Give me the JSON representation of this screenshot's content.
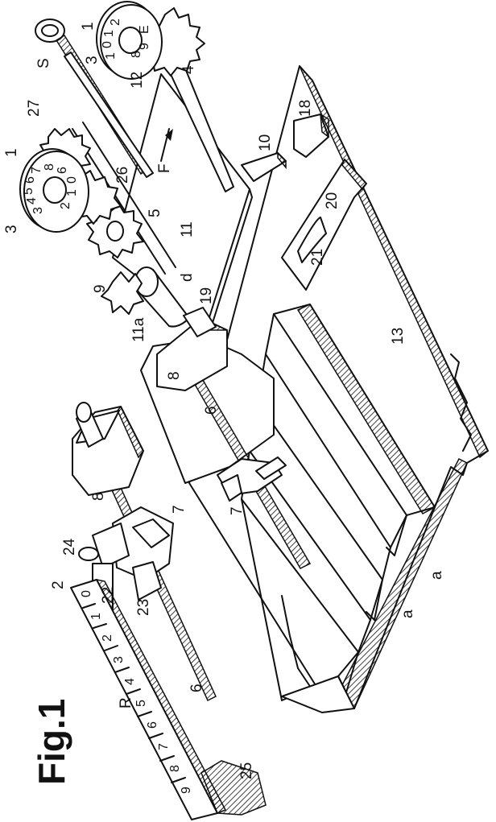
{
  "figure_title": "Fig.1",
  "labels": {
    "n1a": "1",
    "n3a": "3",
    "n4": "4",
    "n12": "12",
    "nS": "S",
    "n27": "27",
    "n1b": "1",
    "n3b": "3",
    "n26": "26",
    "n5": "5",
    "nF": "F",
    "n11": "11",
    "n10": "10",
    "n18": "18",
    "n20": "20",
    "n21": "21",
    "n9": "9",
    "nd": "d",
    "n19": "19",
    "n11a": "11a",
    "n8a": "8",
    "n13": "13",
    "n6a": "6",
    "n7a": "7",
    "n8b": "8",
    "n7b": "7",
    "n24": "24",
    "n2": "2",
    "n22": "22",
    "n23": "23",
    "n6b": "6",
    "nR": "R",
    "n25": "25",
    "na1": "a",
    "na2": "a"
  },
  "dial_top_digits": [
    "1",
    "0",
    "1",
    "2",
    "8",
    "9",
    "E"
  ],
  "dial_mid_digits": [
    "3",
    "4",
    "5",
    "6",
    "7",
    "8",
    "6",
    "0",
    "1",
    "2"
  ],
  "rack_digits": [
    "0",
    "1",
    "2",
    "3",
    "4",
    "5",
    "6",
    "7",
    "8",
    "9"
  ]
}
